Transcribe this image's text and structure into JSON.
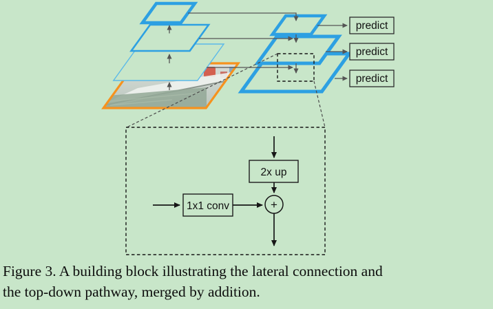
{
  "colors": {
    "background": "#c8e6c9",
    "pyramid_blue": "#2da0e2",
    "pyramid_blue_light": "#5ab9e9",
    "image_border_orange": "#f6921e",
    "connector_gray": "#555555",
    "diagram_black": "#161616"
  },
  "pyramid": {
    "predict_boxes": [
      {
        "label": "predict"
      },
      {
        "label": "predict"
      },
      {
        "label": "predict"
      }
    ]
  },
  "building_block": {
    "upsample_label": "2x up",
    "conv_label": "1x1 conv",
    "add_label": "+"
  },
  "caption": {
    "line1": "Figure 3. A building block illustrating the lateral connection and",
    "line2": "the top-down pathway, merged by addition."
  }
}
